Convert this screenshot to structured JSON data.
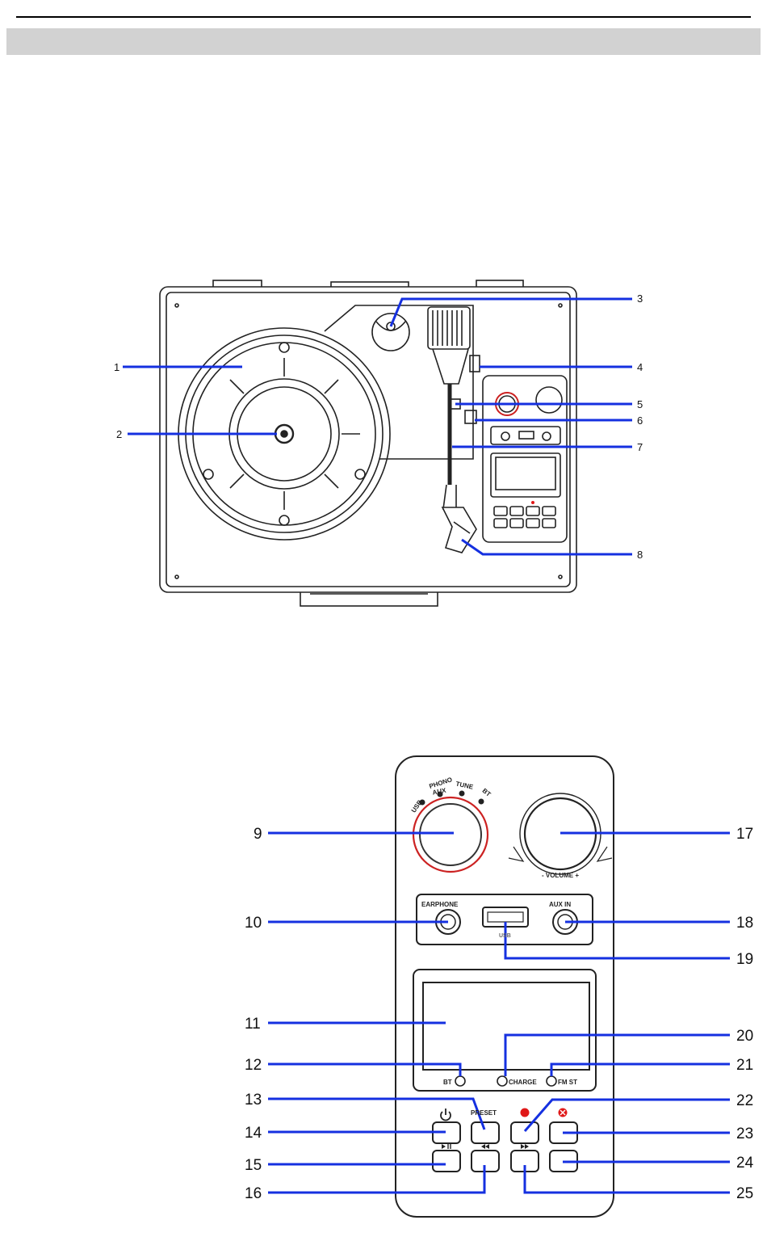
{
  "overview_callouts": [
    "1",
    "2",
    "3",
    "4",
    "5",
    "6",
    "7",
    "8"
  ],
  "panel_callouts": [
    "9",
    "10",
    "11",
    "12",
    "13",
    "14",
    "15",
    "16",
    "17",
    "18",
    "19",
    "20",
    "21",
    "22",
    "23",
    "24",
    "25"
  ],
  "panel_labels": {
    "usb": "USB",
    "phono": "PHONO",
    "aux": "AUX",
    "tune": "TUNE",
    "bt": "BT",
    "volume": "- VOLUME +",
    "earphone": "EARPHONE",
    "aux_in": "AUX IN",
    "usb_port": "USB",
    "bt_led": "BT",
    "charge_led": "CHARGE",
    "fm_st_led": "FM ST",
    "preset": "PRESET"
  },
  "colors": {
    "leader": "#1530e0",
    "line": "#222222",
    "record_red": "#e01818",
    "source_ring": "#cc2222"
  }
}
